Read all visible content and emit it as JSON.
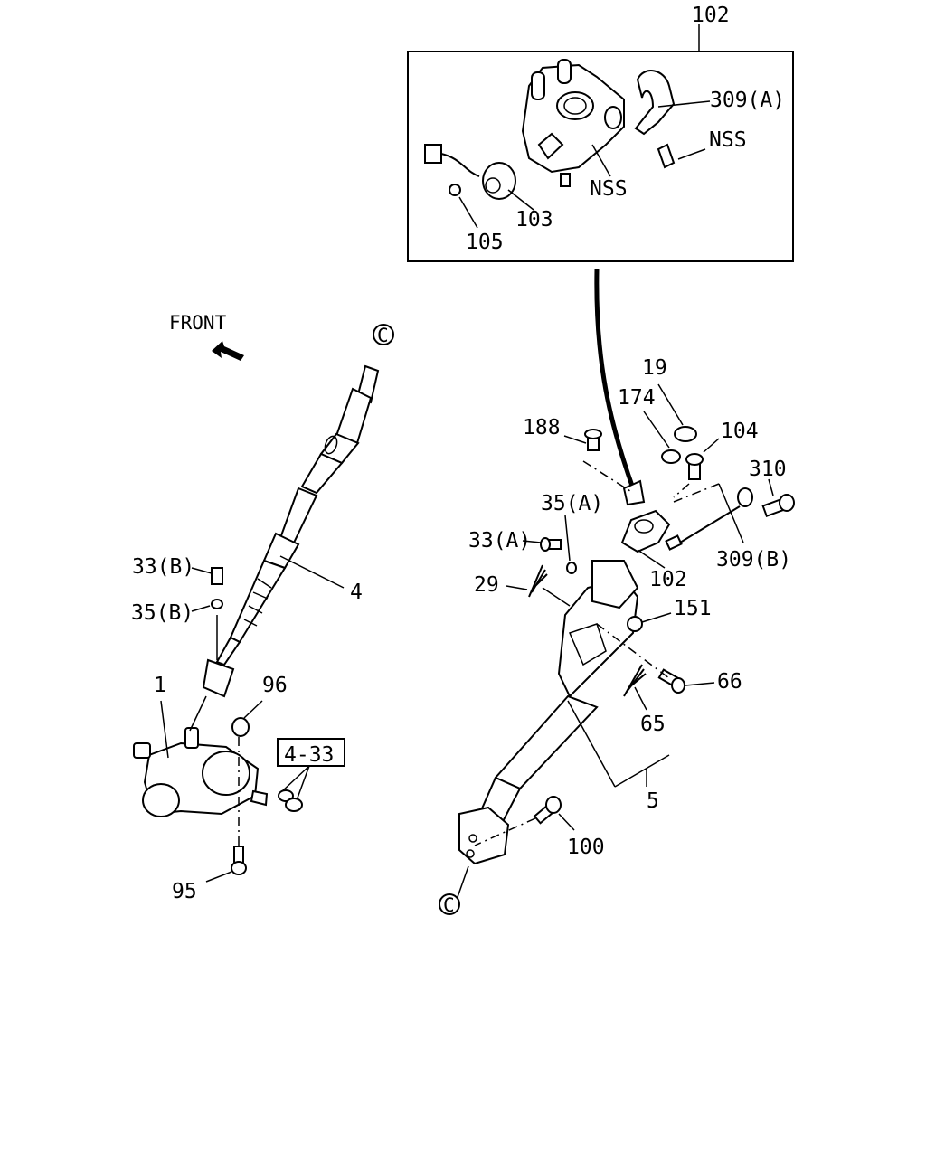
{
  "inset": {
    "number": "102",
    "labels": {
      "lbl_309A": "309(A)",
      "lbl_nss_1": "NSS",
      "lbl_nss_2": "NSS",
      "lbl_103": "103",
      "lbl_105": "105"
    }
  },
  "front_label": "FRONT",
  "connector_letter": "C",
  "ref_box": "4-33",
  "labels": {
    "lbl_4": "4",
    "lbl_33B": "33(B)",
    "lbl_35B": "35(B)",
    "lbl_1": "1",
    "lbl_96": "96",
    "lbl_95": "95",
    "lbl_19": "19",
    "lbl_174": "174",
    "lbl_188": "188",
    "lbl_104": "104",
    "lbl_310": "310",
    "lbl_35A": "35(A)",
    "lbl_33A": "33(A)",
    "lbl_102b": "102",
    "lbl_309B": "309(B)",
    "lbl_29": "29",
    "lbl_151": "151",
    "lbl_66": "66",
    "lbl_65": "65",
    "lbl_5": "5",
    "lbl_100": "100"
  }
}
